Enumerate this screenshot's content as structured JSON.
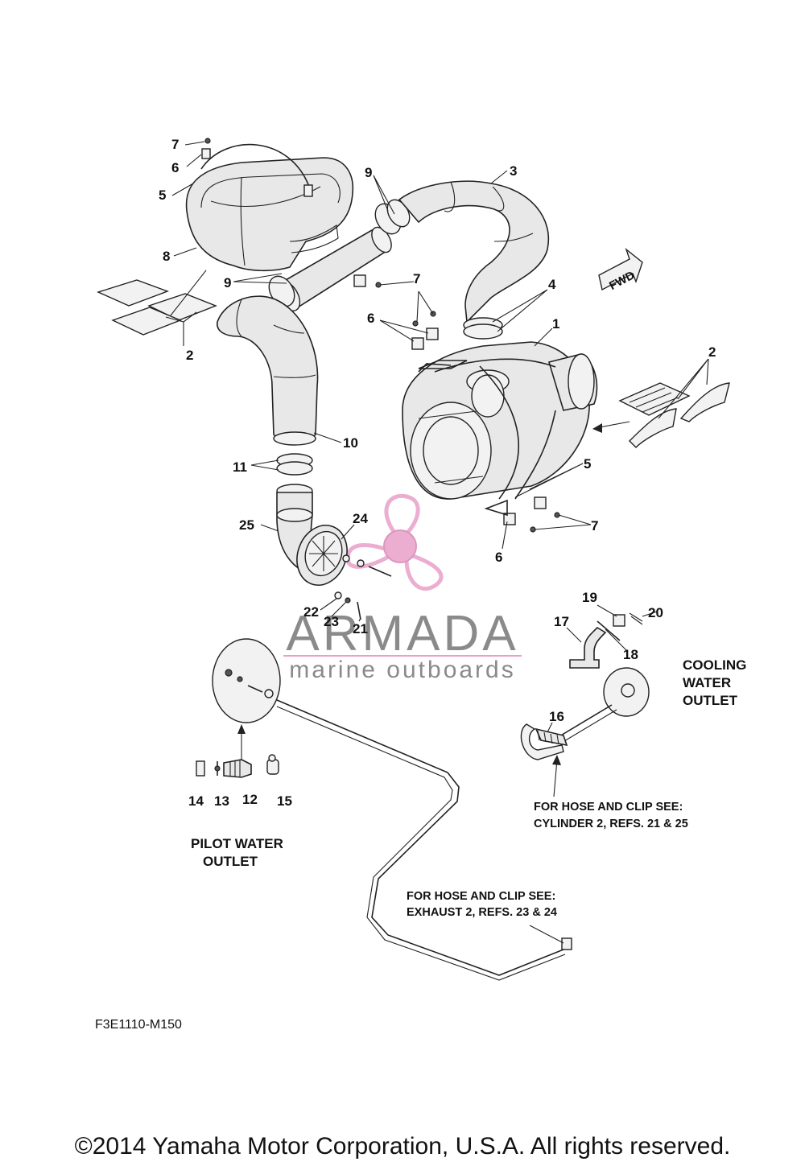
{
  "callouts": {
    "n1": "1",
    "n2a": "2",
    "n2b": "2",
    "n3": "3",
    "n4": "4",
    "n5a": "5",
    "n5b": "5",
    "n6a": "6",
    "n6b": "6",
    "n6c": "6",
    "n7a": "7",
    "n7b": "7",
    "n7c": "7",
    "n8": "8",
    "n9a": "9",
    "n9b": "9",
    "n10": "10",
    "n11": "11",
    "n12": "12",
    "n13": "13",
    "n14": "14",
    "n15": "15",
    "n16": "16",
    "n17": "17",
    "n18": "18",
    "n19": "19",
    "n20": "20",
    "n21": "21",
    "n22": "22",
    "n23": "23",
    "n24": "24",
    "n25": "25"
  },
  "labels": {
    "fwd": "FWD",
    "cooling_line1": "COOLING",
    "cooling_line2": "WATER",
    "cooling_line3": "OUTLET",
    "pilot_line1": "PILOT WATER",
    "pilot_line2": "OUTLET",
    "cylinder_note_line1": "FOR HOSE AND CLIP SEE:",
    "cylinder_note_line2": "CYLINDER 2, REFS. 21 & 25",
    "exhaust_note_line1": "FOR HOSE AND CLIP SEE:",
    "exhaust_note_line2": "EXHAUST 2, REFS. 23 & 24",
    "drawing_code": "F3E1110-M150"
  },
  "watermark": {
    "brand": "ARMADA",
    "tagline": "marine outboards",
    "brand_color": "#8a8a8a",
    "accent_color": "#e8a0c8"
  },
  "footer": {
    "copyright": "©2014 Yamaha Motor Corporation, U.S.A. All rights reserved."
  }
}
